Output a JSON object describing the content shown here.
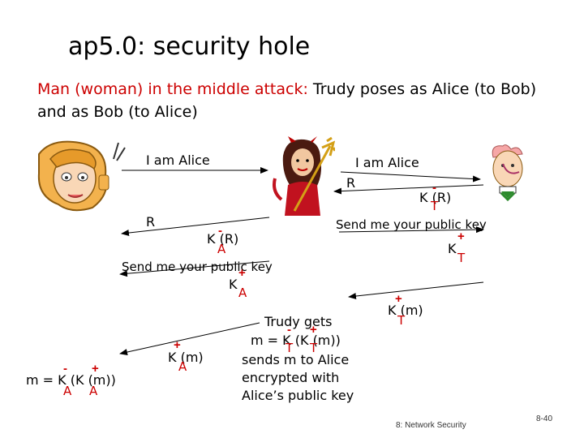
{
  "title": "ap5.0: security hole",
  "intro": {
    "highlight": "Man (woman) in the middle attack:",
    "rest": " Trudy poses as Alice (to Bob) and as Bob (to Alice)"
  },
  "messages": {
    "i_am_alice_1": "I am Alice",
    "i_am_alice_2": "I am Alice",
    "r_right": "R",
    "kt_r": "K (R)",
    "r_left": "R",
    "ka_r": "K (R)",
    "send_pk_right": "Send me your public key",
    "kt_plus": "K",
    "send_pk_left": "Send me your public key",
    "ka_plus": "K",
    "kt_m": "K (m)",
    "ka_m": "K (m)",
    "m_formula": "m = K (K (m))"
  },
  "signs": {
    "minus": "-",
    "plus": "+"
  },
  "subs": {
    "T": "T",
    "A": "A"
  },
  "trudy_note": {
    "line1": "Trudy gets",
    "line2": "m = K (K (m))",
    "line3": "sends m to Alice",
    "line4": "encrypted with",
    "line5": "Alice’s public key"
  },
  "footer": "8: Network Security",
  "page_number": "8-40"
}
